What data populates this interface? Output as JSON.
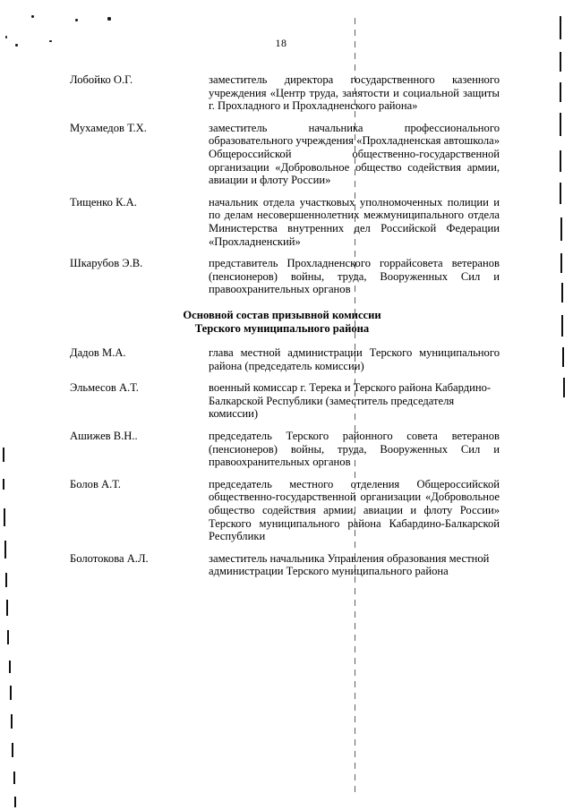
{
  "page": {
    "number": "18"
  },
  "entries_section_1": [
    {
      "name": "Лобойко О.Г.",
      "description": "заместитель директора государственного казенного учреждения «Центр труда, занятости и социальной защиты г. Прохладного и Прохладненского района»"
    },
    {
      "name": "Мухамедов Т.Х.",
      "description": "заместитель начальника профессионального образовательного учреждения «Прохладненская автошкола» Общероссийской общественно-государственной организации «Добровольное общество содействия армии, авиации и флоту России»"
    },
    {
      "name": "Тищенко К.А.",
      "description": "начальник отдела участковых уполномоченных полиции и по делам несовершеннолетних межмуниципального отдела Министерства внутренних дел Российской Федерации «Прохладненский»"
    },
    {
      "name": "Шкарубов Э.В.",
      "description": "представитель Прохладненского горрайсовета ветеранов (пенсионеров) войны, труда, Вооруженных Сил и правоохранительных органов"
    }
  ],
  "section_heading": {
    "line1": "Основной состав призывной комиссии",
    "line2": "Терского муниципального района"
  },
  "entries_section_2": [
    {
      "name": "Дадов М.А.",
      "description": "глава местной администрации Терского муниципального района (председатель комиссии)"
    },
    {
      "name": "Эльмесов А.Т.",
      "description": "военный комиссар г. Терека и Терского района Кабардино-Балкарской Республики (заместитель председателя комиссии)"
    },
    {
      "name": "Ашижев В.Н..",
      "description": "председатель Терского районного совета ветеранов (пенсионеров) войны, труда, Вооруженных Сил и правоохранительных органов"
    },
    {
      "name": "Болов А.Т.",
      "description": "председатель местного отделения Общероссийской общественно-государственной организации «Добровольное общество содействия армии, авиации и флоту России» Терского муниципального района Кабардино-Балкарской Республики"
    },
    {
      "name": "Болотокова А.Л.",
      "description": "заместитель начальника Управления образования местной администрации Терского муниципального района"
    }
  ]
}
